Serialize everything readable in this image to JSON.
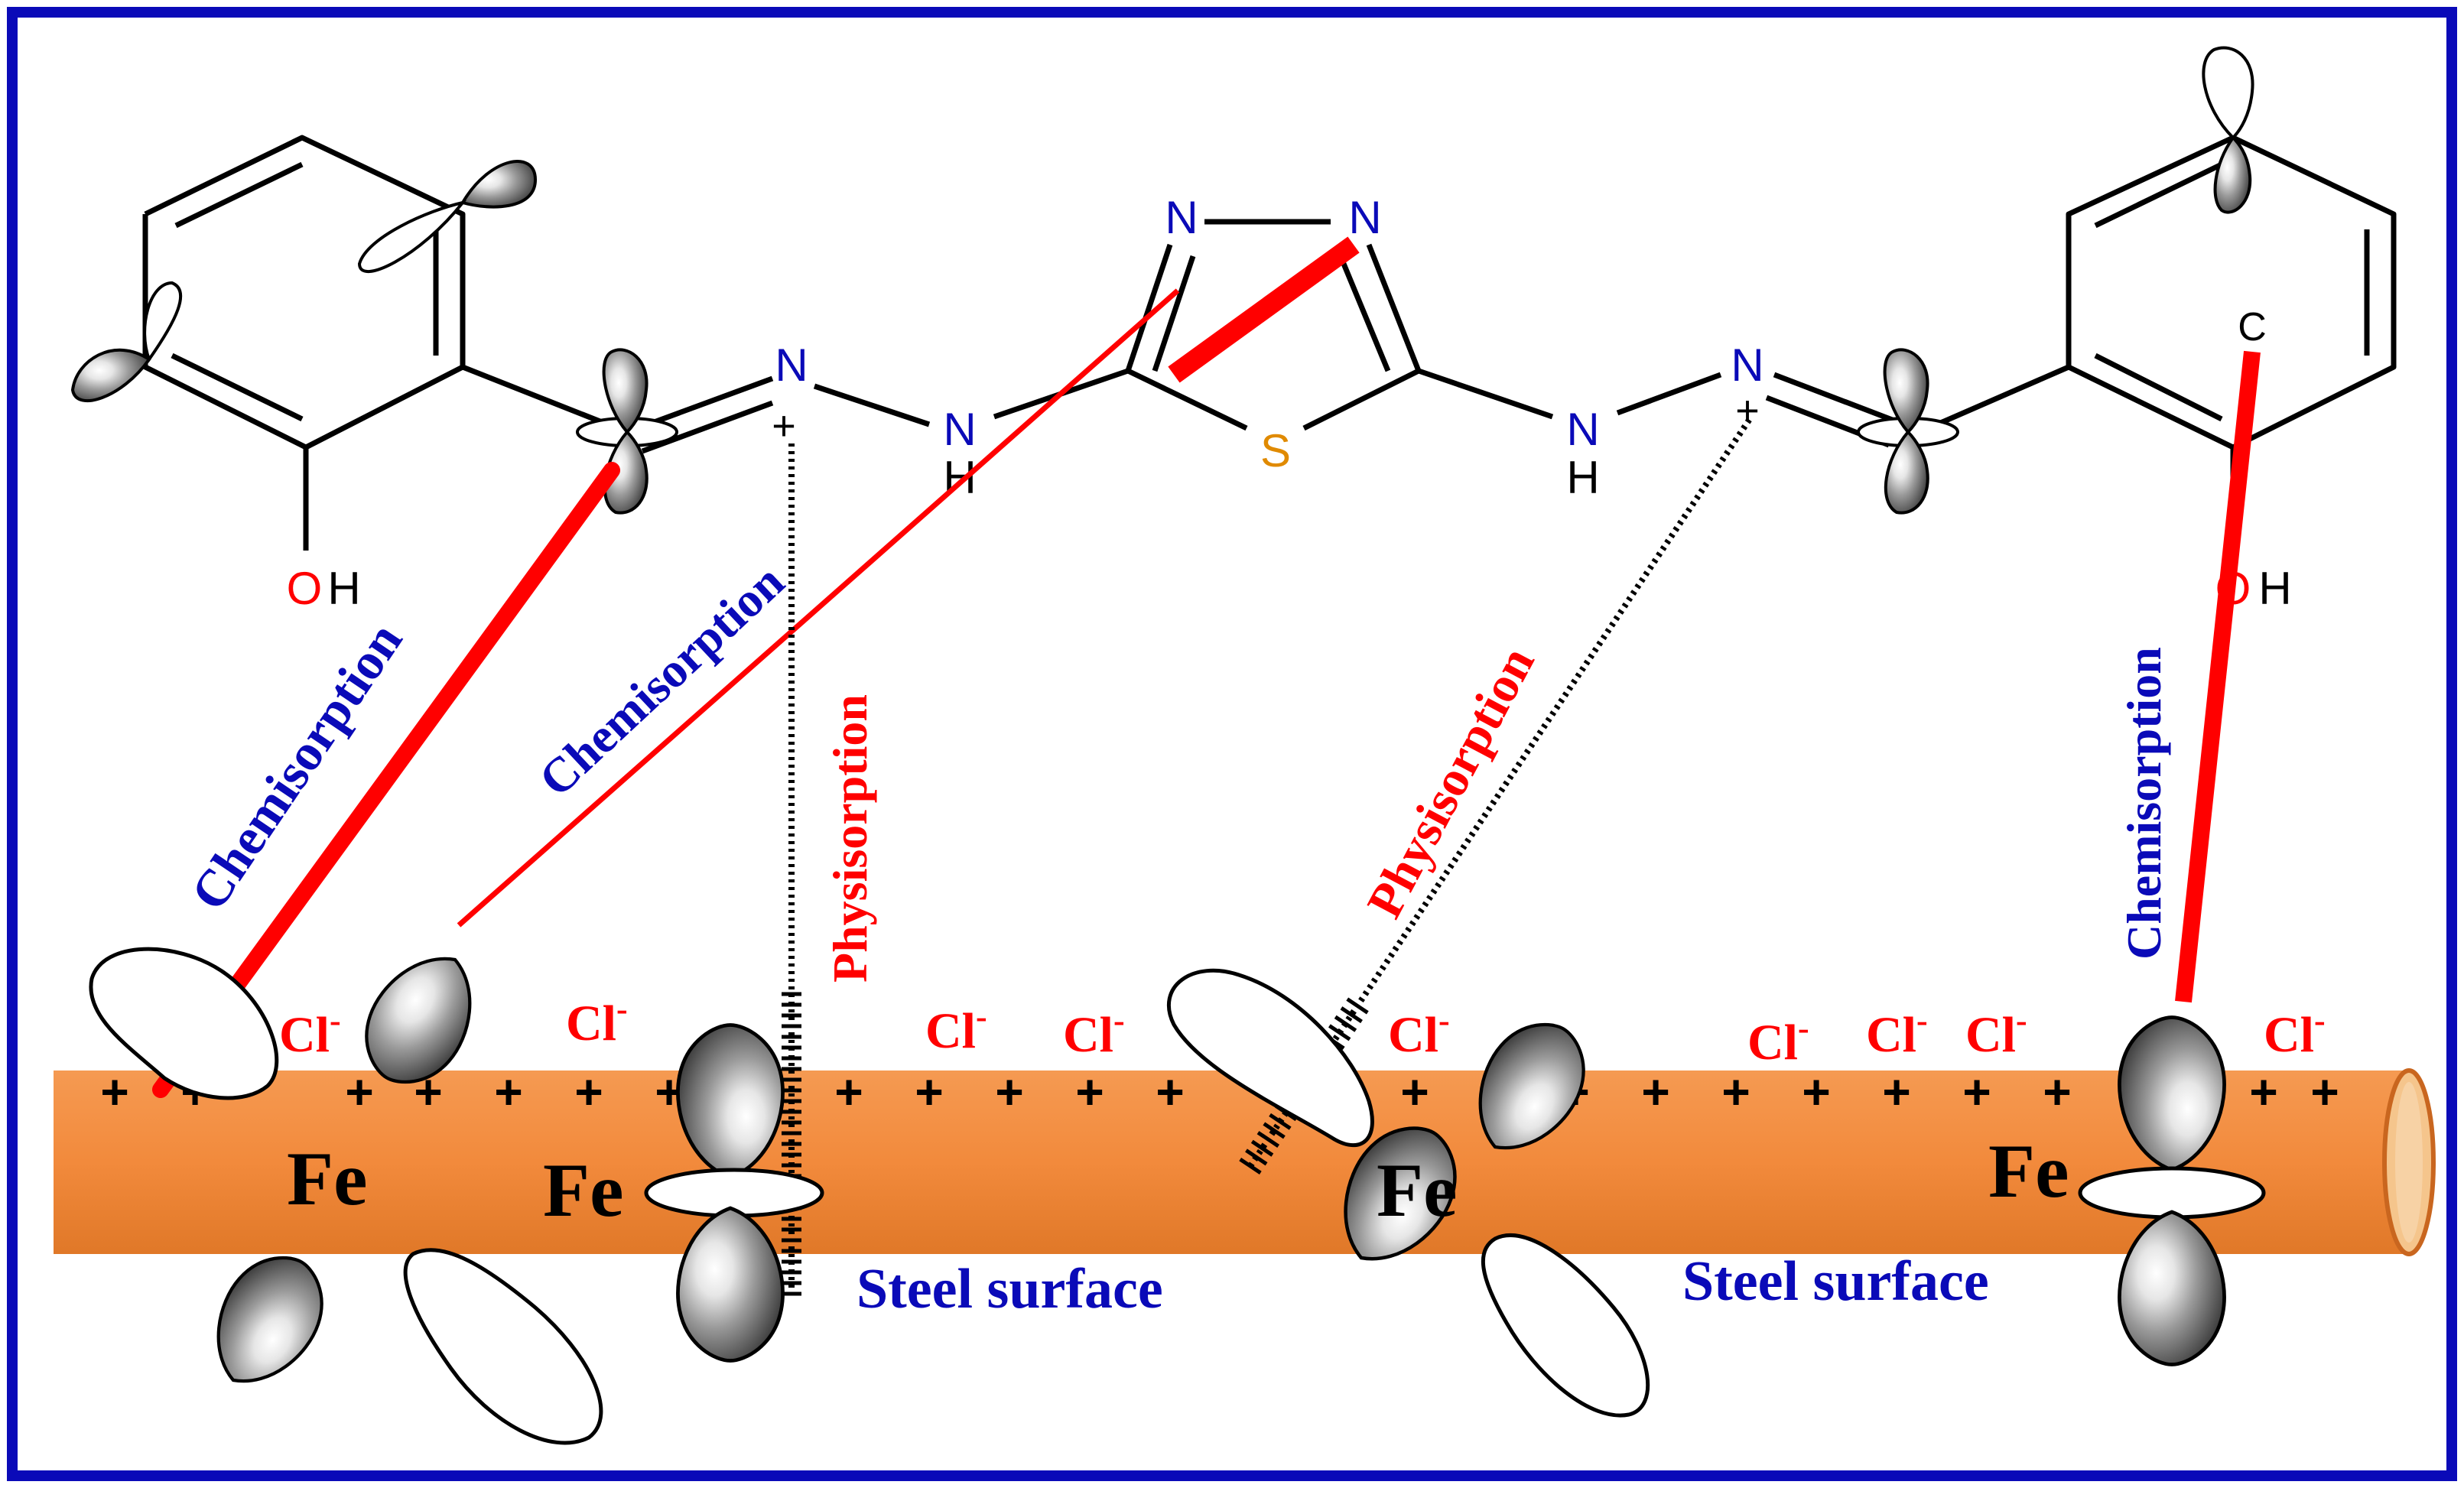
{
  "colors": {
    "frame": "#0a0ab8",
    "steel": "#f28a3c",
    "steel_edge": "#c9661f",
    "chemisorption": "#0a0ab8",
    "physisorption": "#ff0000",
    "chem_bond": "#ff0000",
    "orbital_shade": "#6e6e6e",
    "nitrogen": "#0a0ab8",
    "oxygen": "#ff0000",
    "sulfur": "#e08a00"
  },
  "molecule": {
    "atom_N": "N",
    "atom_S": "S",
    "atom_O": "O",
    "atom_H": "H",
    "atom_C": "C",
    "plus": "+"
  },
  "labels": {
    "chemisorption": "Chemisorption",
    "physisorption": "Physisorption",
    "fe": "Fe",
    "steel_surface": "Steel surface",
    "chloride": "Cl",
    "chloride_charge": "-",
    "surface_charge": "+"
  }
}
